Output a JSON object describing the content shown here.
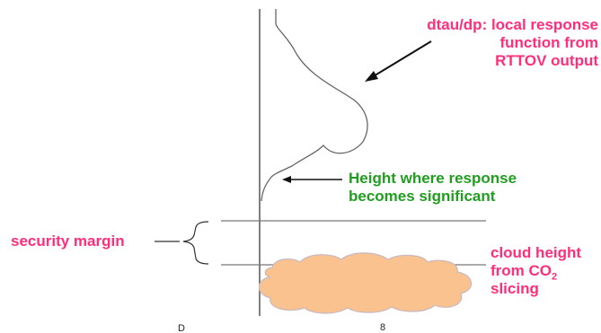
{
  "labels": {
    "response_line1": "dtau/dp: local response",
    "response_line2": "function from",
    "response_line3": "RTTOV output",
    "height_line1": "Height where response",
    "height_line2": "becomes significant",
    "security_margin": "security margin",
    "cloud_line1": "cloud height",
    "cloud_line2_prefix": "from CO",
    "cloud_line2_sub": "2",
    "cloud_line3": "slicing"
  },
  "footer": {
    "left": "D",
    "right": "8"
  },
  "colors": {
    "pink": "#ff2d7a",
    "green": "#1f9e1f",
    "cloud_fill": "#f9c28f",
    "line": "#555555"
  }
}
